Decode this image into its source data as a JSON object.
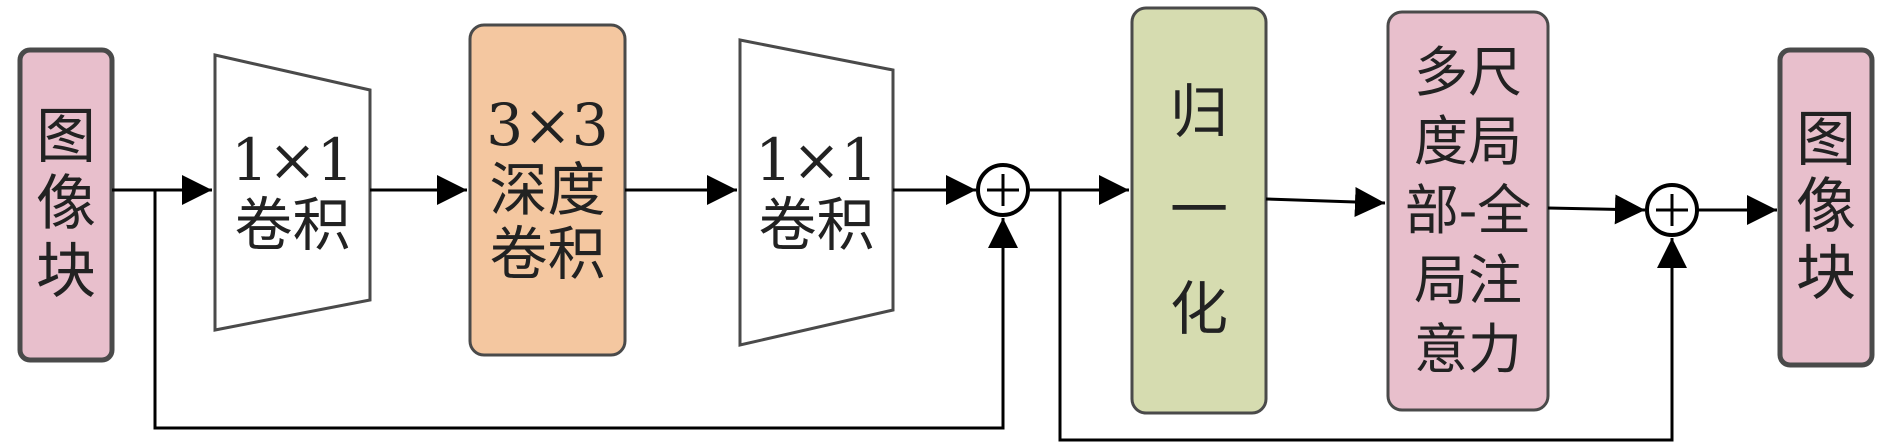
{
  "nodes": {
    "input": {
      "label_lines": [
        "图",
        "像",
        "块"
      ],
      "fill": "#e8bfcc"
    },
    "conv1": {
      "label_lines": [
        "1×1",
        "卷积"
      ],
      "fill": "#ffffff"
    },
    "dwconv": {
      "label_lines": [
        "3×3",
        "深度",
        "卷积"
      ],
      "fill": "#f4c7a0"
    },
    "conv2": {
      "label_lines": [
        "1×1",
        "卷积"
      ],
      "fill": "#ffffff"
    },
    "norm": {
      "label_lines": [
        "归",
        "一",
        "化"
      ],
      "fill": "#d6dcb0"
    },
    "attn": {
      "label_lines": [
        "多尺",
        "度局",
        "部-全",
        "局注",
        "意力"
      ],
      "fill": "#e8bfcc"
    },
    "output": {
      "label_lines": [
        "图",
        "像",
        "块"
      ],
      "fill": "#e8bfcc"
    }
  },
  "add_symbol": "+"
}
